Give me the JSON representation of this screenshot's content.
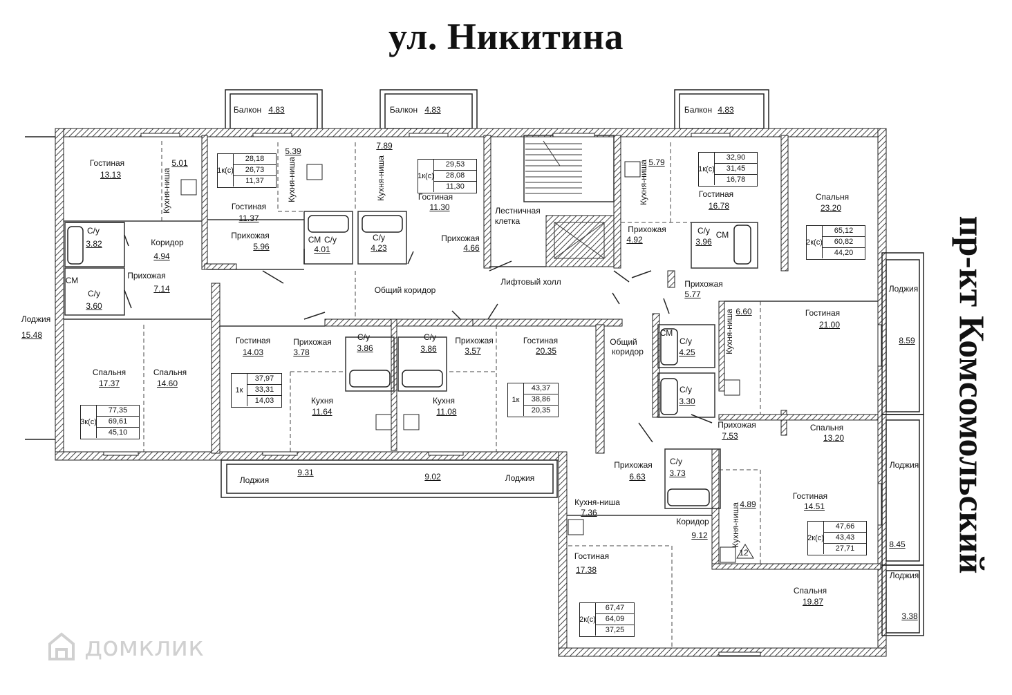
{
  "streets": {
    "top": "ул. Никитина",
    "side": "пр-кт Комсомольский"
  },
  "watermark": "домклик",
  "rooms": {
    "balkon1": "Балкон",
    "balkon1_area": "4.83",
    "balkon2": "Балкон",
    "balkon2_area": "4.83",
    "balkon3": "Балкон",
    "balkon3_area": "4.83",
    "gost_a": "Гостиная",
    "gost_a_area": "13.13",
    "kn_a": "Кухня-ниша",
    "kn_a_area": "5.01",
    "su_a": "С/у",
    "su_a_area": "3.82",
    "kor_a": "Коридор",
    "kor_a_area": "4.94",
    "su_b": "С/у",
    "su_b_area": "3.60",
    "prih_a": "Прихожая",
    "prih_a_area": "7.14",
    "lodz_a": "Лоджия",
    "lodz_a_area": "15.48",
    "spal_a": "Спальня",
    "spal_a_area": "17.37",
    "spal_b": "Спальня",
    "spal_b_area": "14.60",
    "gost_b": "Гостиная",
    "gost_b_area": "11.37",
    "kn_b_area": "5.39",
    "kn_b": "Кухня-ниша",
    "prih_b": "Прихожая",
    "prih_b_area": "5.96",
    "su_c": "С/у",
    "su_c_area": "4.01",
    "kn_c": "Кухня-ниша",
    "kn_c_area": "7.89",
    "su_d": "С/у",
    "su_d_area": "4.23",
    "gost_c": "Гостиная",
    "gost_c_area": "11.30",
    "prih_c": "Прихожая",
    "prih_c_area": "4.66",
    "stair": "Лестничная",
    "stair2": "клетка",
    "lift_hall": "Лифтовый холл",
    "corr_common": "Общий коридор",
    "corr_common2a": "Общий",
    "corr_common2b": "коридор",
    "kn_d_area": "5.79",
    "kn_d": "Кухня-ниша",
    "gost_d": "Гостиная",
    "gost_d_area": "16.78",
    "prih_d": "Прихожая",
    "prih_d_area": "4.92",
    "su_e": "С/у",
    "su_e_area": "3.96",
    "spal_c": "Спальня",
    "spal_c_area": "23.20",
    "prih_e": "Прихожая",
    "prih_e_area": "5.77",
    "lodz_b": "Лоджия",
    "lodz_b_area": "8.59",
    "gost_e": "Гостиная",
    "gost_e_area": "21.00",
    "kn_e_area": "6.60",
    "kn_e": "Кухня-ниша",
    "su_f": "С/у",
    "su_f_area": "4.25",
    "su_g": "С/у",
    "su_g_area": "3.30",
    "gost_f": "Гостиная",
    "gost_f_area": "14.03",
    "prih_f": "Прихожая",
    "prih_f_area": "3.78",
    "su_h": "С/у",
    "su_h_area": "3.86",
    "su_i": "С/у",
    "su_i_area": "3.86",
    "prih_g": "Прихожая",
    "prih_g_area": "3.57",
    "gost_g": "Гостиная",
    "gost_g_area": "20.35",
    "kuh_a": "Кухня",
    "kuh_a_area": "11.64",
    "kuh_b": "Кухня",
    "kuh_b_area": "11.08",
    "prih_h": "Прихожая",
    "prih_h_area": "7.53",
    "spal_d": "Спальня",
    "spal_d_area": "13.20",
    "lodz_c": "Лоджия",
    "lodz_c_area": "9.31",
    "lodz_d": "Лоджия",
    "lodz_d_area": "9.02",
    "prih_i": "Прихожая",
    "prih_i_area": "6.63",
    "su_j": "С/у",
    "su_j_area": "3.73",
    "kn_f": "Кухня-ниша",
    "kn_f_area": "7.36",
    "kor_b": "Коридор",
    "kor_b_area": "9.12",
    "kn_g": "Кухня-ниша",
    "kn_g_area": "4.89",
    "gost_h": "Гостиная",
    "gost_h_area": "14.51",
    "lodz_e": "Лоджия",
    "lodz_e_area": "8.45",
    "gost_i": "Гостиная",
    "gost_i_area": "17.38",
    "lodz_f": "Лоджия",
    "lodz_f_area": "3.38",
    "spal_e": "Спальня",
    "spal_e_area": "19.87",
    "marker12": "12",
    "cm": "СМ"
  },
  "apartments": [
    {
      "type": "1к(с)",
      "total": "28,18",
      "living_total": "26,73",
      "living": "11,37"
    },
    {
      "type": "1к(с)",
      "total": "29,53",
      "living_total": "28,08",
      "living": "11,30"
    },
    {
      "type": "1к(с)",
      "total": "32,90",
      "living_total": "31,45",
      "living": "16,78"
    },
    {
      "type": "2к(с)",
      "total": "65,12",
      "living_total": "60,82",
      "living": "44,20"
    },
    {
      "type": "3к(с)",
      "total": "77,35",
      "living_total": "69,61",
      "living": "45,10"
    },
    {
      "type": "1к",
      "total": "37,97",
      "living_total": "33,31",
      "living": "14,03"
    },
    {
      "type": "1к",
      "total": "43,37",
      "living_total": "38,86",
      "living": "20,35"
    },
    {
      "type": "2к(с)",
      "total": "47,66",
      "living_total": "43,43",
      "living": "27,71"
    },
    {
      "type": "2к(с)",
      "total": "67,47",
      "living_total": "64,09",
      "living": "37,25"
    }
  ]
}
